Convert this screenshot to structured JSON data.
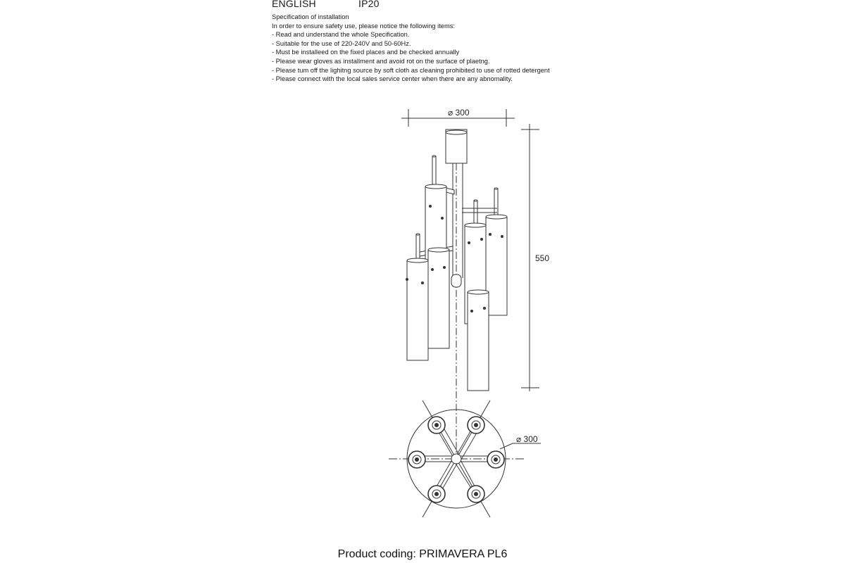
{
  "header": {
    "language": "ENGLISH",
    "ip_rating": "IP20"
  },
  "specification": {
    "title": "Specification of installation",
    "intro": "In order to ensure safety use, please notice the following items:",
    "items": [
      "- Read and understand the whole Specification.",
      "- Suitable for the use of 220-240V and 50-60Hz.",
      "- Must be installeed on the fixed places and be checked annually",
      "- Please wear gloves as installment and avoid rot on the surface of plaetng.",
      "- Please tum off the lighitng source by soft cloth as cleaning prohibited to use of rotted detergent",
      "- Please connect with the local sales service center when there are any abnomality."
    ]
  },
  "drawing": {
    "side_view_width": "⌀ 300",
    "side_view_height": "550",
    "top_view_diameter": "⌀ 300"
  },
  "footer": {
    "product_coding": "Product coding: PRIMAVERA PL6"
  }
}
